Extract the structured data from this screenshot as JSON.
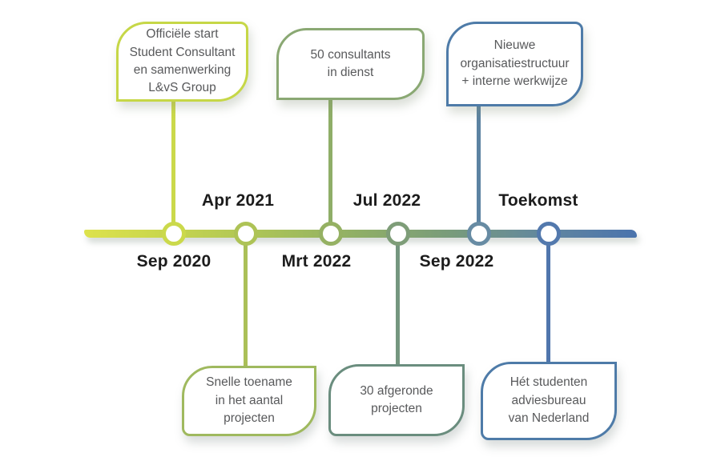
{
  "colors": {
    "background": "#ffffff",
    "date_text": "#1c1c1c",
    "callout_text": "#58595b",
    "bar_gradient": [
      "#dde24c",
      "#c5d44f",
      "#a9c258",
      "#8fae67",
      "#789b7c",
      "#62879f",
      "#4a73ad"
    ]
  },
  "timeline": {
    "milestones": [
      {
        "date": "Sep 2020",
        "date_position": "below",
        "callout": "Officiële start\nStudent Consultant\nen samenwerking\nL&vS Group",
        "callout_position": "above",
        "box_color": "#c6d747",
        "node_color": "#cbd94b",
        "connector_color": "#cbd94b"
      },
      {
        "date": "Apr 2021",
        "date_position": "above",
        "callout": "Snelle toename\nin het aantal\nprojecten",
        "callout_position": "below",
        "box_color": "#9fb95e",
        "node_color": "#aec356",
        "connector_color": "#abc058"
      },
      {
        "date": "Mrt 2022",
        "date_position": "below",
        "callout": "50 consultants\nin dienst",
        "callout_position": "above",
        "box_color": "#8aa873",
        "node_color": "#95b163",
        "connector_color": "#8fae68"
      },
      {
        "date": "Jul 2022",
        "date_position": "above",
        "callout": "30 afgeronde\nprojecten",
        "callout_position": "below",
        "box_color": "#6a8d7e",
        "node_color": "#7e9d78",
        "connector_color": "#74967f"
      },
      {
        "date": "Sep 2022",
        "date_position": "below",
        "callout": "Nieuwe\norganisatiestructuur\n+ interne werkwijze",
        "callout_position": "above",
        "box_color": "#4e7ba8",
        "node_color": "#678ba3",
        "connector_color": "#5c83a2"
      },
      {
        "date": "Toekomst",
        "date_position": "above",
        "callout": "Hét studenten\nadviesbureau\nvan Nederland",
        "callout_position": "below",
        "box_color": "#4e7ba8",
        "node_color": "#5379ad",
        "connector_color": "#5076ad"
      }
    ]
  }
}
